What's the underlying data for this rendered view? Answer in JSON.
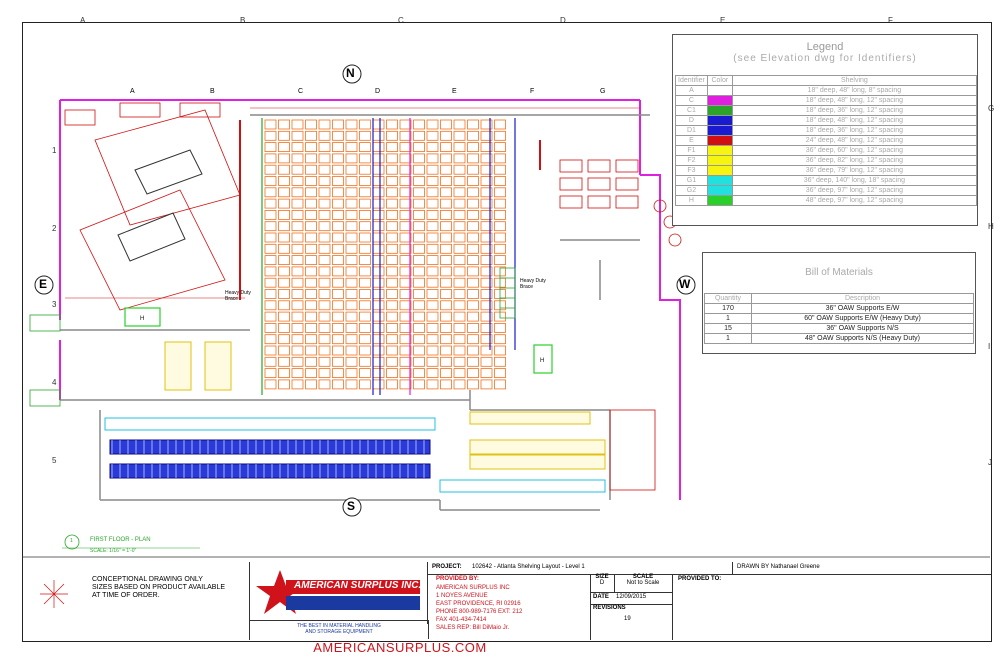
{
  "grid": {
    "top_cols": [
      "A",
      "B",
      "C",
      "D",
      "E",
      "F"
    ],
    "left_rows": [
      "1",
      "2",
      "3",
      "4",
      "5"
    ],
    "right_rows": [
      "G",
      "H",
      "I",
      "J"
    ]
  },
  "compass": {
    "north": "N",
    "south": "S",
    "east": "E",
    "west": "W"
  },
  "plan_columns": [
    "A",
    "B",
    "C",
    "D",
    "E",
    "F",
    "G"
  ],
  "plan_label": {
    "title": "FIRST FLOOR - PLAN",
    "scale": "SCALE: 1/16\" = 1'-0\"",
    "num": "1"
  },
  "annotations": {
    "heavy_duty_brace_1": "Heavy Duty Brace",
    "heavy_duty_brace_2": "Heavy Duty Brace"
  },
  "legend": {
    "title": "Legend",
    "subtitle": "(see Elevation dwg for Identifiers)",
    "headers": [
      "Identifier",
      "Color",
      "Shelving"
    ],
    "rows": [
      {
        "id": "A",
        "color": "#ffffff",
        "desc": "18\" deep, 48\" long, 8\" spacing"
      },
      {
        "id": "C",
        "color": "#e020e0",
        "desc": "18\" deep, 48\" long, 12\" spacing"
      },
      {
        "id": "C1",
        "color": "#2aa52a",
        "desc": "18\" deep, 36\" long, 12\" spacing"
      },
      {
        "id": "D",
        "color": "#1a1ad0",
        "desc": "18\" deep, 48\" long, 12\" spacing"
      },
      {
        "id": "D1",
        "color": "#1a1ad0",
        "desc": "18\" deep, 36\" long, 12\" spacing"
      },
      {
        "id": "E",
        "color": "#d01010",
        "desc": "24\" deep, 48\" long, 12\" spacing"
      },
      {
        "id": "F1",
        "color": "#f5f510",
        "desc": "36\" deep, 60\" long, 12\" spacing"
      },
      {
        "id": "F2",
        "color": "#f5f510",
        "desc": "36\" deep, 82\" long, 12\" spacing"
      },
      {
        "id": "F3",
        "color": "#f5f510",
        "desc": "36\" deep, 79\" long, 12\" spacing"
      },
      {
        "id": "G1",
        "color": "#20e0e0",
        "desc": "36\" deep, 140\" long, 18\" spacing"
      },
      {
        "id": "G2",
        "color": "#20e0e0",
        "desc": "36\" deep, 97\" long, 12\" spacing"
      },
      {
        "id": "H",
        "color": "#2ad02a",
        "desc": "48\" deep, 97\" long, 12\" spacing"
      }
    ]
  },
  "bom": {
    "title": "Bill of Materials",
    "headers": [
      "Quantity",
      "Description"
    ],
    "rows": [
      {
        "qty": "170",
        "desc": "36\" OAW Supports E/W"
      },
      {
        "qty": "1",
        "desc": "60\" OAW Supports E/W (Heavy Duty)"
      },
      {
        "qty": "15",
        "desc": "36\" OAW Supports N/S"
      },
      {
        "qty": "1",
        "desc": "48\" OAW Supports N/S (Heavy Duty)"
      }
    ]
  },
  "titleblock": {
    "disclaimer_1": "CONCEPTIONAL DRAWING ONLY",
    "disclaimer_2": "SIZES BASED ON PRODUCT AVAILABLE",
    "disclaimer_3": "AT TIME OF ORDER.",
    "logo_text": "AMERICAN SURPLUS INC.",
    "tagline_1": "THE BEST IN MATERIAL HANDLING",
    "tagline_2": "AND STORAGE EQUIPMENT",
    "project_label": "PROJECT:",
    "project_value": "102642 - Atlanta Shelving Layout - Level 1",
    "drawn_by": "DRAWN BY Nathanael Greene",
    "provided_by_label": "PROVIDED BY:",
    "provided_by": [
      "AMERICAN SURPLUS INC",
      "1 NOYES AVENUE",
      "EAST PROVIDENCE, RI 02916",
      "PHONE 800-989-7176   EXT: 212",
      "FAX 401-434-7414",
      "SALES REP: Bill DiMaio Jr."
    ],
    "size_label": "SIZE",
    "size_value": "D",
    "scale_label": "SCALE",
    "scale_value": "Not to Scale",
    "date_label": "DATE",
    "date_value": "12/09/2015",
    "revisions_label": "REVISIONS",
    "revisions_value": "19",
    "provided_to_label": "PROVIDED TO:"
  },
  "footer_url": "AMERICANSURPLUS.COM"
}
